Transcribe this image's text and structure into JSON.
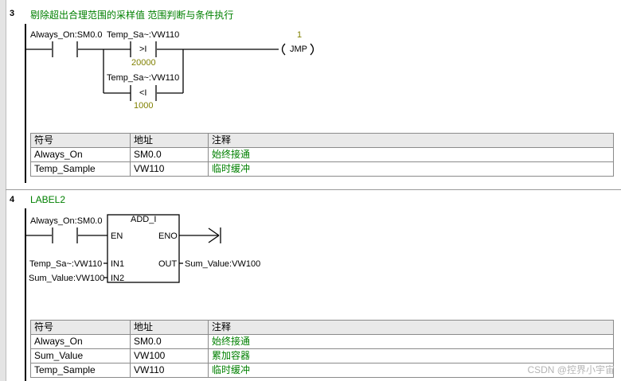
{
  "networks": [
    {
      "number": "3",
      "comment": "剔除超出合理范围的采样值 范围判断与条件执行",
      "contact_always_label": "Always_On:SM0.0",
      "compare_gt": {
        "operand_label": "Temp_Sa~:VW110",
        "op": ">I",
        "value": "20000"
      },
      "compare_lt": {
        "operand_label": "Temp_Sa~:VW110",
        "op": "<I",
        "value": "1000"
      },
      "coil": {
        "param": "1",
        "name": "JMP"
      },
      "symbol_table": {
        "headers": [
          "符号",
          "地址",
          "注释"
        ],
        "rows": [
          [
            "Always_On",
            "SM0.0",
            "始终接通"
          ],
          [
            "Temp_Sample",
            "VW110",
            "临时缓冲"
          ]
        ]
      }
    },
    {
      "number": "4",
      "comment": "LABEL2",
      "contact_always_label": "Always_On:SM0.0",
      "block": {
        "title": "ADD_I",
        "en": "EN",
        "eno": "ENO",
        "in1_pin": "IN1",
        "in2_pin": "IN2",
        "out_pin": "OUT",
        "in1_label": "Temp_Sa~:VW110",
        "in2_label": "Sum_Value:VW100",
        "out_label": "Sum_Value:VW100"
      },
      "symbol_table": {
        "headers": [
          "符号",
          "地址",
          "注释"
        ],
        "rows": [
          [
            "Always_On",
            "SM0.0",
            "始终接通"
          ],
          [
            "Sum_Value",
            "VW100",
            "累加容器"
          ],
          [
            "Temp_Sample",
            "VW110",
            "临时缓冲"
          ]
        ]
      }
    }
  ],
  "watermark": "CSDN @控界小宇宙"
}
